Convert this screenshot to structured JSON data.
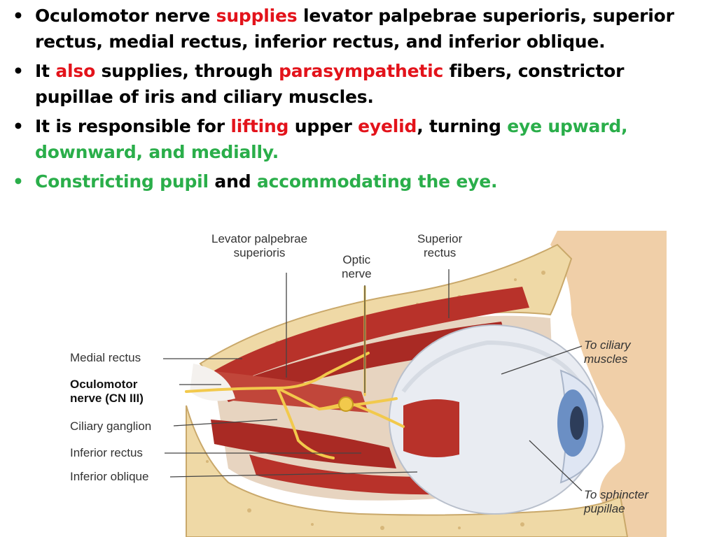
{
  "bullets": [
    {
      "color": "black",
      "segments": [
        {
          "text": "Oculomotor nerve ",
          "color": "black"
        },
        {
          "text": "supplies",
          "color": "red"
        },
        {
          "text": " levator palpebrae superioris, superior rectus, medial rectus, inferior rectus, and inferior oblique.",
          "color": "black"
        }
      ]
    },
    {
      "color": "black",
      "segments": [
        {
          "text": "It ",
          "color": "black"
        },
        {
          "text": "also",
          "color": "red"
        },
        {
          "text": " supplies, through  ",
          "color": "black"
        },
        {
          "text": "parasympathetic",
          "color": "red"
        },
        {
          "text": " fibers, constrictor pupillae of iris and ciliary muscles.",
          "color": "black"
        }
      ]
    },
    {
      "color": "black",
      "segments": [
        {
          "text": "It is responsible for ",
          "color": "black"
        },
        {
          "text": "lifting",
          "color": "red"
        },
        {
          "text": " upper ",
          "color": "black"
        },
        {
          "text": "eyelid",
          "color": "red"
        },
        {
          "text": ", turning ",
          "color": "black"
        },
        {
          "text": "eye upward, downward, and medially.",
          "color": "green"
        }
      ]
    },
    {
      "color": "green",
      "segments": [
        {
          "text": "Constricting pupil",
          "color": "green"
        },
        {
          "text": " and ",
          "color": "black"
        },
        {
          "text": "accommodating the eye.",
          "color": "green"
        }
      ]
    }
  ],
  "figure": {
    "labels": {
      "levator": "Levator palpebrae\nsuperioris",
      "optic": "Optic\nnerve",
      "superior_rectus": "Superior\nrectus",
      "medial_rectus": "Medial rectus",
      "oculomotor": "Oculomotor\nnerve (CN III)",
      "ciliary_ganglion": "Ciliary ganglion",
      "inferior_rectus": "Inferior rectus",
      "inferior_oblique": "Inferior oblique",
      "to_ciliary": "To ciliary\nmuscles",
      "to_sphincter": "To sphincter\npupillae"
    }
  },
  "colors": {
    "red": "#e3131b",
    "green": "#2aae4a",
    "black": "#000000",
    "bone": "#efd9a6",
    "muscle": "#b8322a",
    "nerve": "#f2c94c",
    "sclera": "#e9ecf2",
    "iris": "#6b8fc4",
    "skin": "#f0cfa8"
  }
}
